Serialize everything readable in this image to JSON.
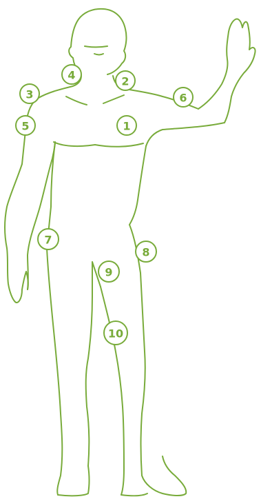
{
  "colors": {
    "line": "#78ab3a",
    "background": "#ffffff"
  },
  "markers": [
    {
      "id": "1",
      "label": "1"
    },
    {
      "id": "2",
      "label": "2"
    },
    {
      "id": "3",
      "label": "3"
    },
    {
      "id": "4",
      "label": "4"
    },
    {
      "id": "5",
      "label": "5"
    },
    {
      "id": "6",
      "label": "6"
    },
    {
      "id": "7",
      "label": "7"
    },
    {
      "id": "8",
      "label": "8"
    },
    {
      "id": "9",
      "label": "9"
    },
    {
      "id": "10",
      "label": "10"
    }
  ]
}
